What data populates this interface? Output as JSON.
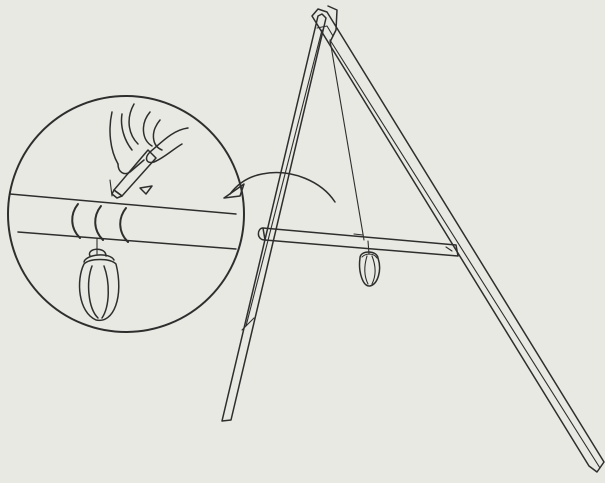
{
  "illustration": {
    "background_color": "#e9e9e3",
    "ink_color": "#2e2e2e",
    "components": [
      "a-frame-tripod",
      "crossbar",
      "hanging-bag",
      "magnified-detail-circle",
      "pointing-arrow",
      "hand-with-pen"
    ]
  }
}
